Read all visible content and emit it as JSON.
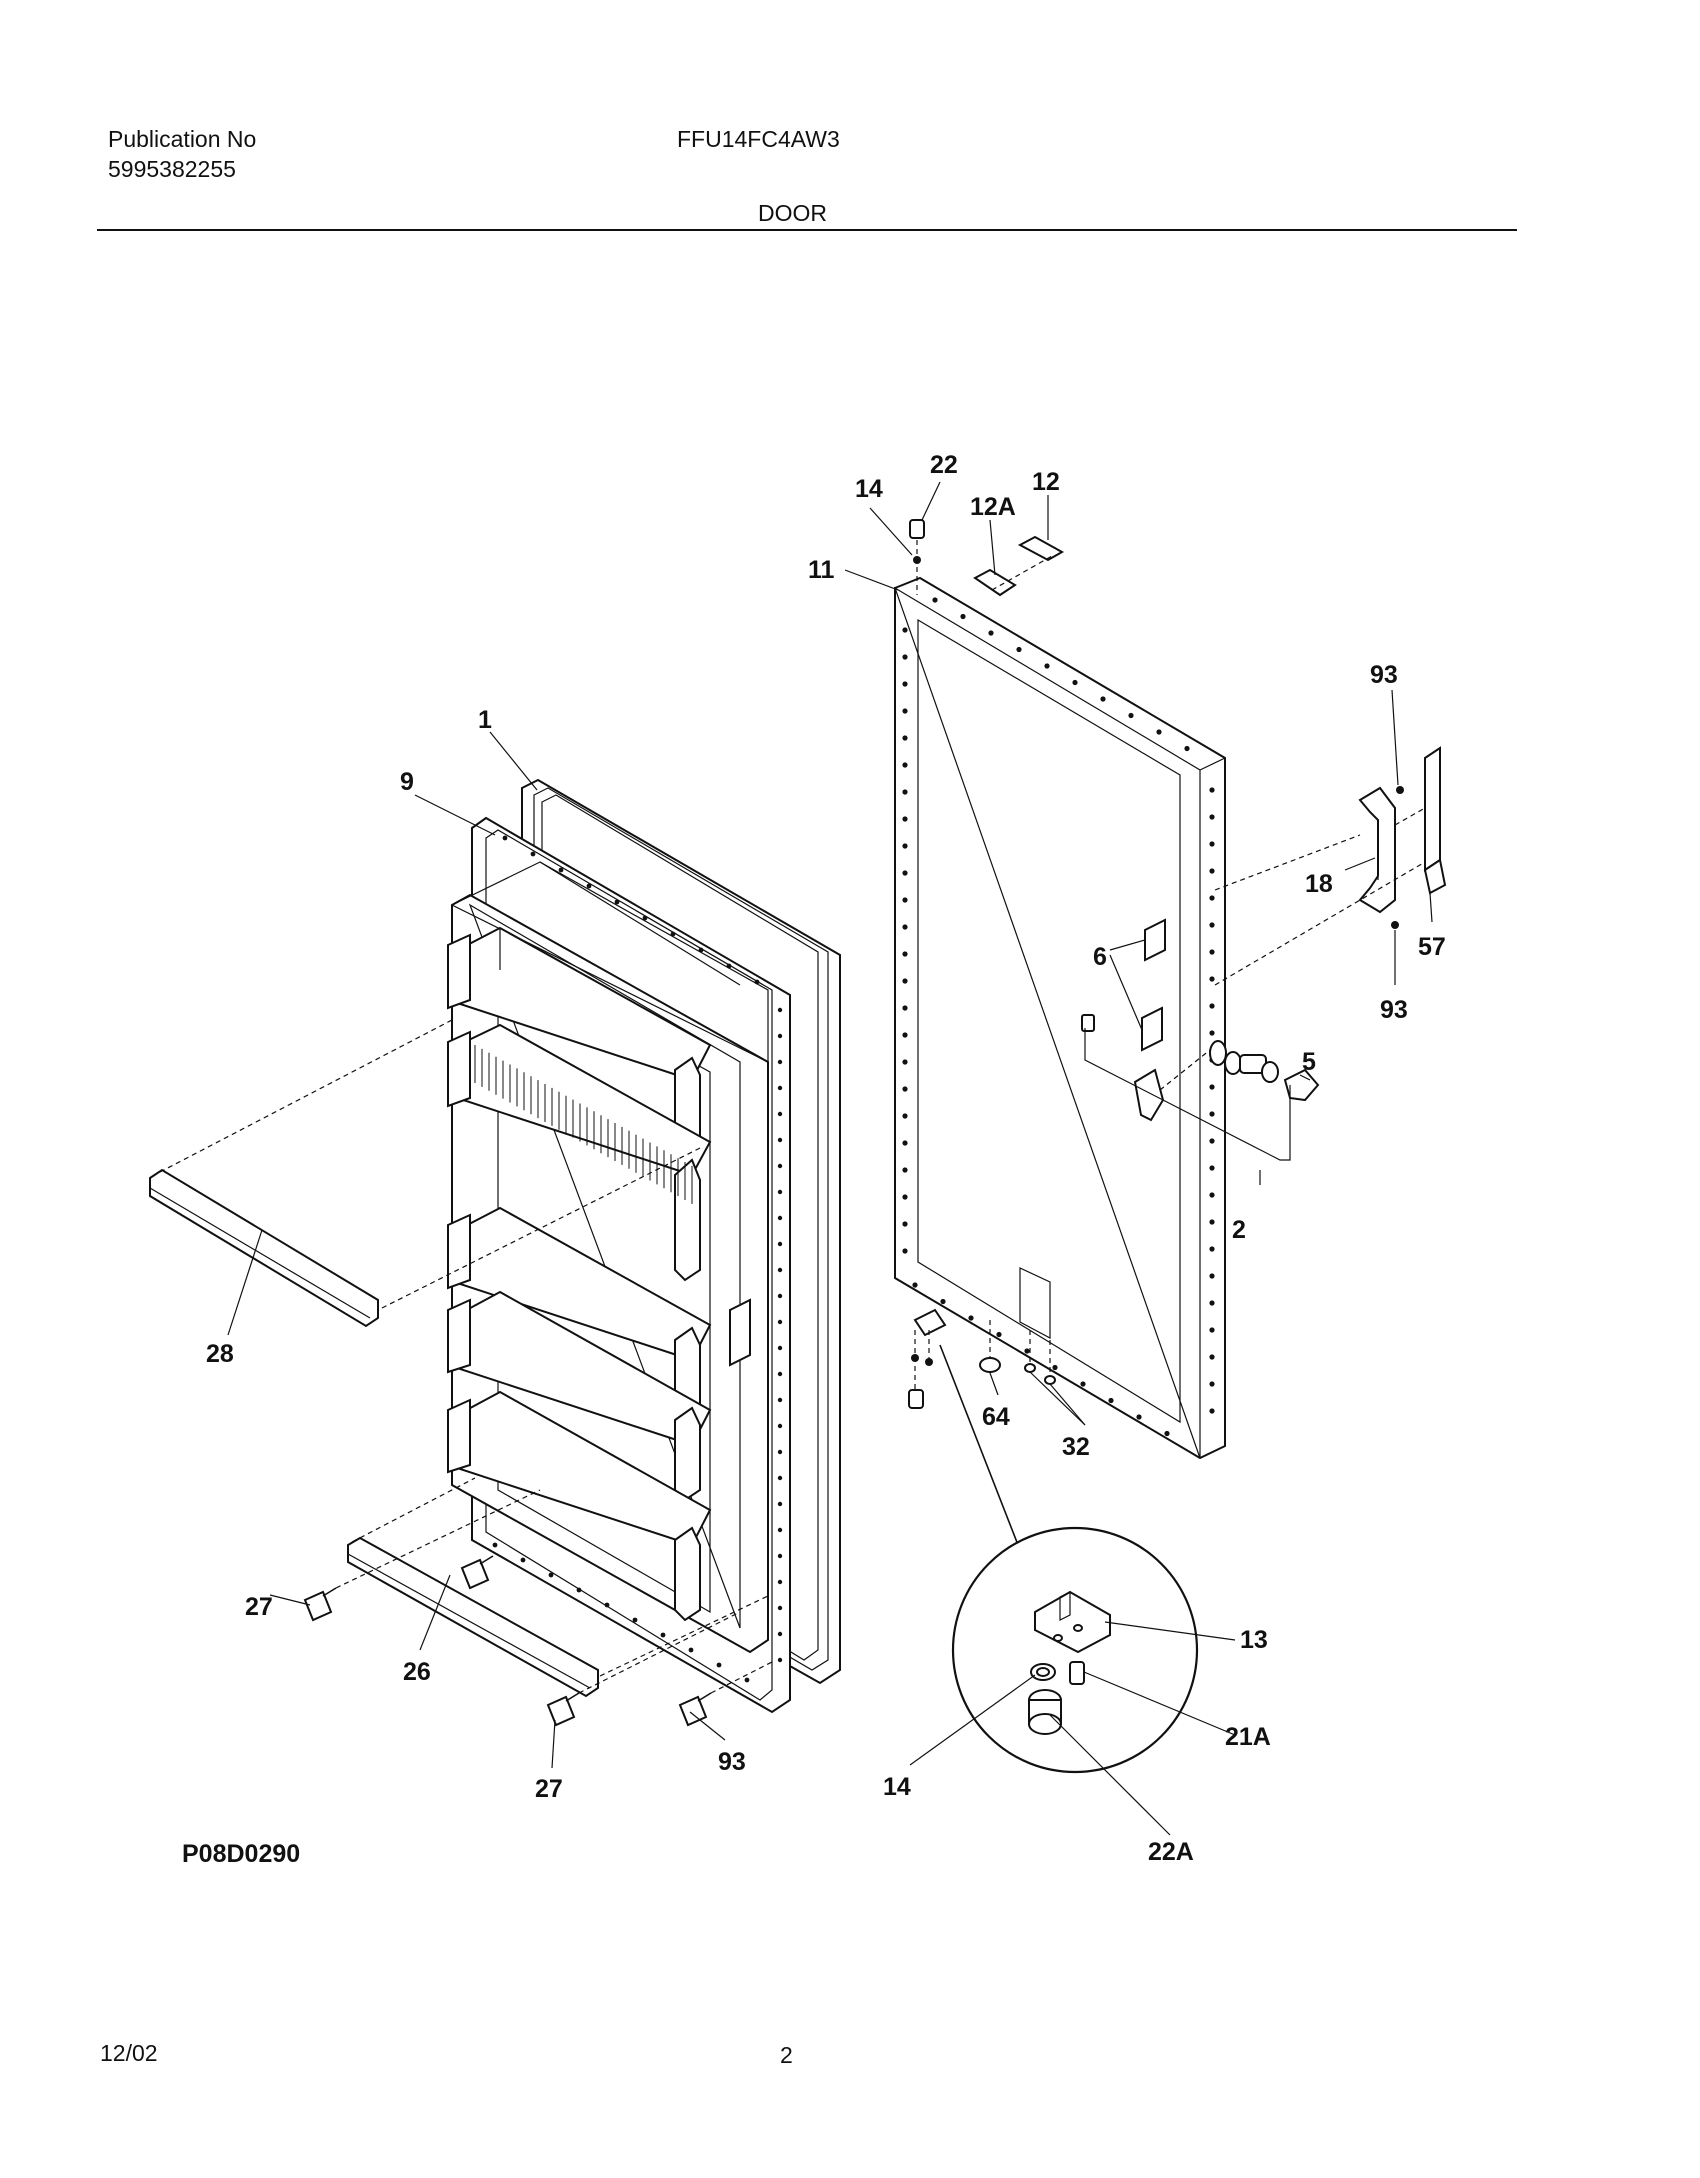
{
  "header": {
    "publication_label": "Publication No",
    "publication_number": "5995382255",
    "model": "FFU14FC4AW3",
    "section": "DOOR"
  },
  "diagram": {
    "figure_id": "P08D0290",
    "callouts": {
      "c1": "1",
      "c9": "9",
      "c28": "28",
      "c27a": "27",
      "c26": "26",
      "c27b": "27",
      "c93a": "93",
      "c14a": "14",
      "c22": "22",
      "c12a": "12A",
      "c12": "12",
      "c11": "11",
      "c93b": "93",
      "c18": "18",
      "c57": "57",
      "c93c": "93",
      "c6": "6",
      "c5": "5",
      "c2": "2",
      "c64": "64",
      "c32": "32",
      "c13": "13",
      "c21a": "21A",
      "c14b": "14",
      "c22a": "22A"
    }
  },
  "footer": {
    "date": "12/02",
    "page": "2"
  }
}
